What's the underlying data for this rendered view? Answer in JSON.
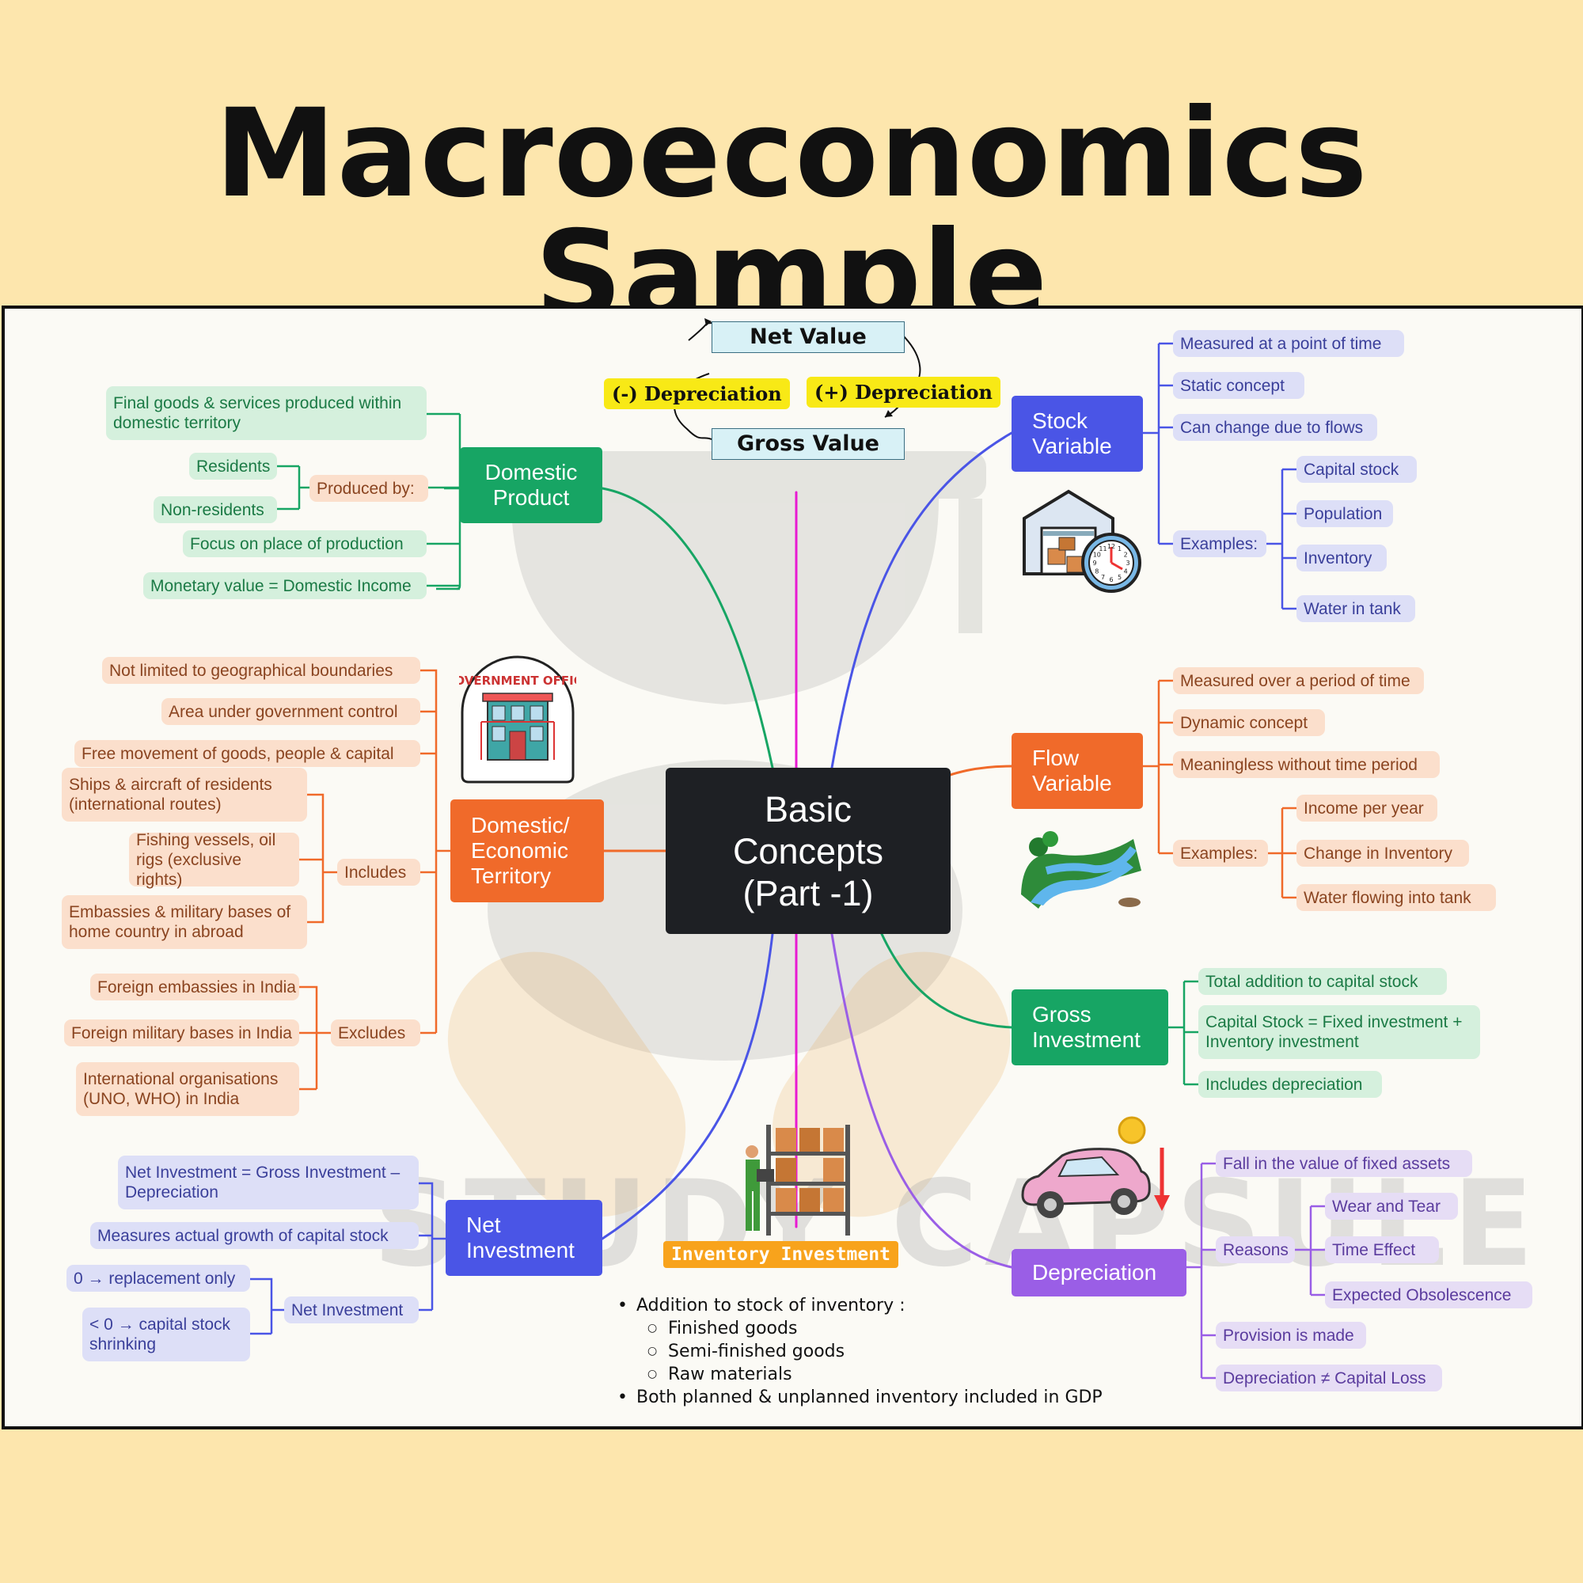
{
  "title": "Macroeconomics Sample",
  "watermark": "STUDY CAPSULE",
  "center": {
    "line1": "Basic",
    "line2": "Concepts",
    "line3": "(Part -1)"
  },
  "value_cycle": {
    "net_value": "Net Value",
    "gross_value": "Gross Value",
    "minus_depreciation": "(-) Depreciation",
    "plus_depreciation": "(+) Depreciation"
  },
  "domestic_product": {
    "label": "Domestic Product",
    "final_goods": "Final goods & services produced within domestic territory",
    "produced_by": "Produced by:",
    "residents": "Residents",
    "non_residents": "Non-residents",
    "focus": "Focus on place of production",
    "monetary": "Monetary value = Domestic Income"
  },
  "territory": {
    "label": "Domestic/ Economic Territory",
    "not_limited": "Not limited to geographical boundaries",
    "area": "Area under government control",
    "free_movement": "Free movement of goods, people & capital",
    "includes": "Includes",
    "ships": "Ships & aircraft of residents (international routes)",
    "fishing": "Fishing vessels, oil rigs (exclusive rights)",
    "embassies": "Embassies & military bases of home country in abroad",
    "excludes": "Excludes",
    "foreign_embassies": "Foreign embassies in India",
    "foreign_bases": "Foreign military bases in India",
    "intl_orgs": "International organisations (UNO, WHO) in India"
  },
  "government_icon_text": "GOVERNMENT OFFICE",
  "net_investment": {
    "label": "Net Investment",
    "formula": "Net Investment = Gross Investment – Depreciation",
    "measures": "Measures actual growth of capital stock",
    "sub_label": "Net Investment",
    "zero": "0 → replacement only",
    "negative": "< 0 → capital stock shrinking"
  },
  "inventory": {
    "label": "Inventory Investment",
    "point1": "Addition to stock of inventory :",
    "sub1": "Finished goods",
    "sub2": "Semi-finished goods",
    "sub3": "Raw materials",
    "point2": "Both planned & unplanned inventory included in GDP"
  },
  "stock_variable": {
    "label": "Stock Variable",
    "point_of_time": "Measured at a point of time",
    "static": "Static concept",
    "can_change": "Can change due to flows",
    "examples": "Examples:",
    "ex1": "Capital stock",
    "ex2": "Population",
    "ex3": "Inventory",
    "ex4": "Water in tank"
  },
  "flow_variable": {
    "label": "Flow Variable",
    "period": "Measured over a period of time",
    "dynamic": "Dynamic concept",
    "meaningless": "Meaningless without time period",
    "examples": "Examples:",
    "ex1": "Income per year",
    "ex2": "Change in Inventory",
    "ex3": "Water flowing into tank"
  },
  "gross_investment": {
    "label": "Gross Investment",
    "total": "Total addition to capital stock",
    "formula": "Capital Stock = Fixed investment + Inventory investment",
    "includes": "Includes depreciation"
  },
  "depreciation": {
    "label": "Depreciation",
    "fall": "Fall in the value of fixed assets",
    "reasons": "Reasons",
    "r1": "Wear and Tear",
    "r2": "Time Effect",
    "r3": "Expected Obsolescence",
    "provision": "Provision is made",
    "not_loss": "Depreciation ≠ Capital Loss"
  },
  "clock_numbers": [
    "11",
    "12",
    "1",
    "10",
    "2",
    "9",
    "3",
    "8",
    "4",
    "7",
    "6",
    "5"
  ],
  "colors": {
    "background": "#fde6ad",
    "green": "#17a564",
    "orange": "#f06a2a",
    "blue": "#4a55e6",
    "purple": "#9a5ee6",
    "magenta": "#e81ad2"
  }
}
